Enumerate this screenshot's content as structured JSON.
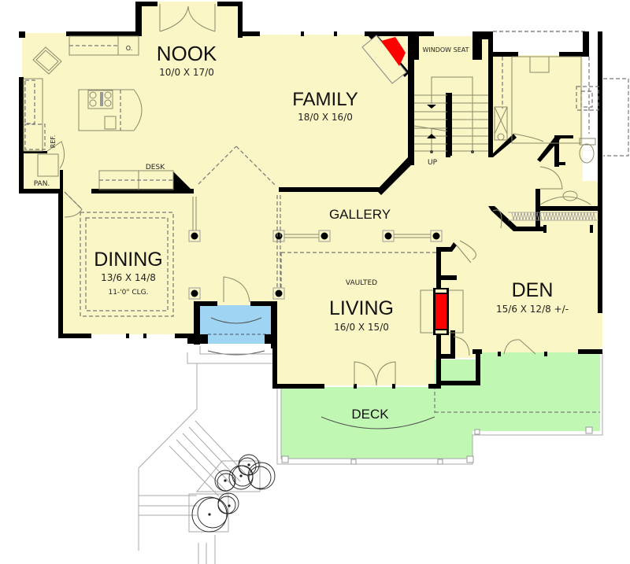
{
  "colors": {
    "floor": "#fbf6c6",
    "deck": "#bff7b3",
    "entry": "#9fd4f2",
    "fireplace": "#ff0000",
    "wall": "#000000",
    "background": "#ffffff"
  },
  "rooms": {
    "nook": {
      "name": "NOOK",
      "dims": "10/0 X 17/0"
    },
    "family": {
      "name": "FAMILY",
      "dims": "18/0 X 16/0"
    },
    "dining": {
      "name": "DINING",
      "dims": "13/6 X 14/8",
      "note": "11-'0\" CLG."
    },
    "gallery": {
      "name": "GALLERY"
    },
    "living": {
      "name": "LIVING",
      "dims": "16/0 X 15/0",
      "note": "VAULTED"
    },
    "den": {
      "name": "DEN",
      "dims": "15/6 X 12/8 +/-"
    },
    "deck": {
      "name": "DECK"
    }
  },
  "labels": {
    "desk": "DESK",
    "pantry": "PAN.",
    "refrigerator": "REF.",
    "oven": "O.",
    "window_seat": "WINDOW SEAT",
    "stairs_up": "UP"
  }
}
